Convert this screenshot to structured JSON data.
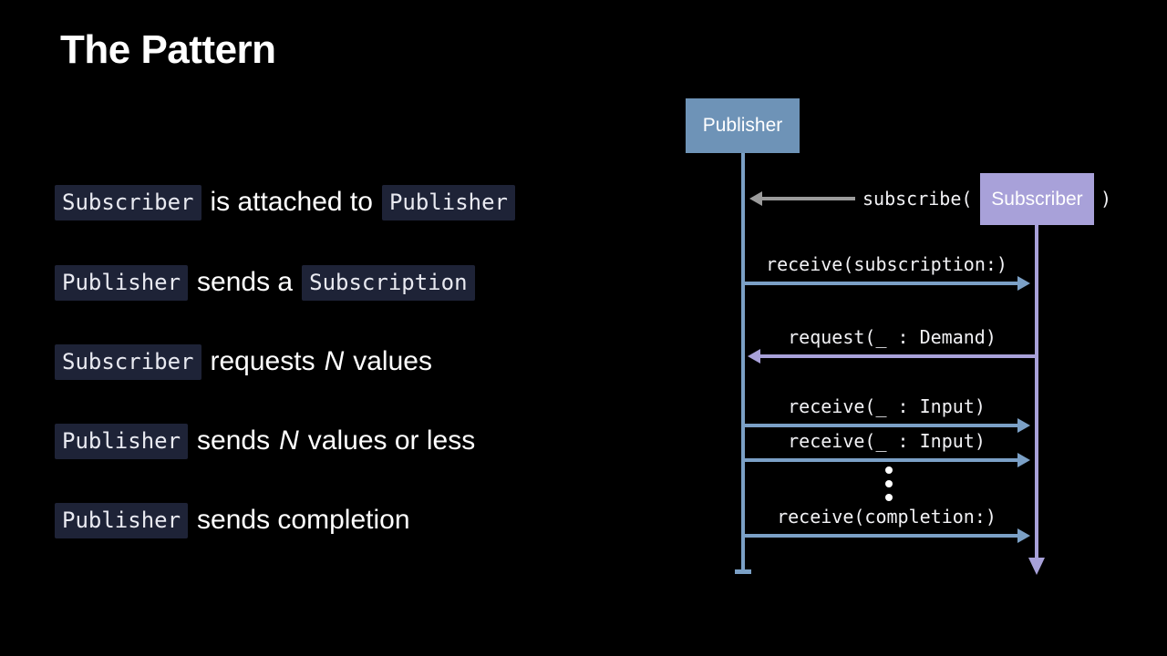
{
  "title": "The Pattern",
  "colors": {
    "background": "#000000",
    "text": "#FFFFFF",
    "chip_bg": "#1E2337",
    "chip_text": "#E9EAF1",
    "blue_box": "#6E93B7",
    "blue_line": "#7BA0C6",
    "purple": "#A8A1D9",
    "gray": "#9B9B9B"
  },
  "bullets": [
    {
      "segments": [
        {
          "t": "code",
          "v": "Subscriber"
        },
        {
          "t": "text",
          "v": "is attached to"
        },
        {
          "t": "code",
          "v": "Publisher"
        }
      ]
    },
    {
      "segments": [
        {
          "t": "code",
          "v": "Publisher"
        },
        {
          "t": "text",
          "v": "sends a"
        },
        {
          "t": "code",
          "v": "Subscription"
        }
      ]
    },
    {
      "segments": [
        {
          "t": "code",
          "v": "Subscriber"
        },
        {
          "t": "text",
          "v": "requests"
        },
        {
          "t": "italic",
          "v": "N"
        },
        {
          "t": "text",
          "v": "values"
        }
      ]
    },
    {
      "segments": [
        {
          "t": "code",
          "v": "Publisher"
        },
        {
          "t": "text",
          "v": "sends"
        },
        {
          "t": "italic",
          "v": "N"
        },
        {
          "t": "text",
          "v": "values or less"
        }
      ]
    },
    {
      "segments": [
        {
          "t": "code",
          "v": "Publisher"
        },
        {
          "t": "text",
          "v": "sends completion"
        }
      ]
    }
  ],
  "diagram": {
    "publisher_label": "Publisher",
    "subscriber_label": "Subscriber",
    "subscribe_prefix": "subscribe(",
    "subscribe_suffix": ")",
    "messages": {
      "receive_subscription": "receive(subscription:)",
      "request_demand": "request(_ : Demand)",
      "receive_input_1": "receive(_ : Input)",
      "receive_input_2": "receive(_ : Input)",
      "receive_completion": "receive(completion:)"
    }
  }
}
